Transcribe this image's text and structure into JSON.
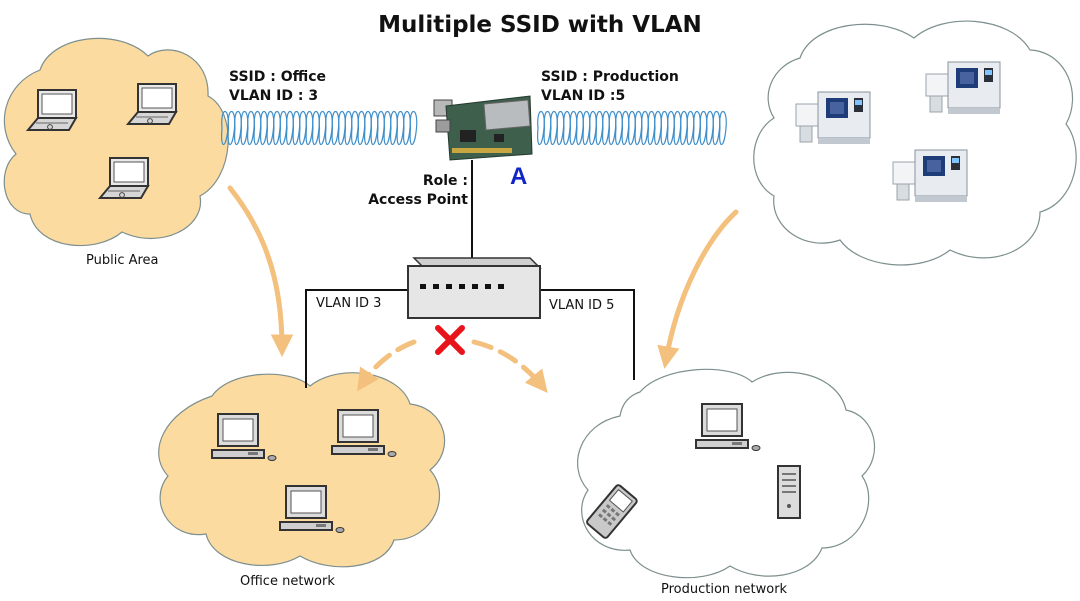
{
  "title": "Mulitiple SSID with VLAN",
  "ssid_left": {
    "ssid": "SSID : Office",
    "vlan": "VLAN ID : 3"
  },
  "ssid_right": {
    "ssid": "SSID : Production",
    "vlan": "VLAN ID :5"
  },
  "access_point": {
    "marker": "A",
    "role_line1": "Role :",
    "role_line2": "Access Point"
  },
  "switch_links": {
    "left": "VLAN ID 3",
    "right": "VLAN ID 5"
  },
  "clouds": {
    "public_area": "Public Area",
    "office": "Office network",
    "production": "Production network"
  },
  "colors": {
    "cloud_fill": "#fbdba0",
    "cloud_stroke": "#7d8f8e",
    "arrow": "#f3c07e",
    "wave": "#3f8fc9",
    "block_mark": "#e8141c",
    "ap_marker": "#1025c8"
  },
  "icons": [
    "laptop-icon",
    "desktop-computer-icon",
    "handheld-terminal-icon",
    "server-tower-icon",
    "cnc-machine-icon",
    "network-switch-icon",
    "access-point-board-icon",
    "blocked-x-icon"
  ]
}
